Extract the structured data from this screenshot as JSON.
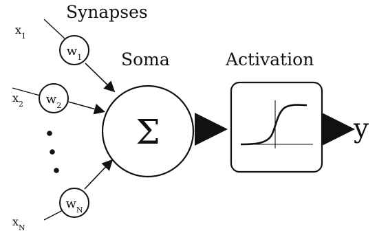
{
  "labels": {
    "synapses": "Synapses",
    "soma": "Soma",
    "activation": "Activation",
    "output": "y",
    "sum_symbol": "Σ"
  },
  "inputs": [
    {
      "base": "x",
      "sub": "1"
    },
    {
      "base": "x",
      "sub": "2"
    },
    {
      "base": "x",
      "sub": "N"
    }
  ],
  "weights": [
    {
      "base": "w",
      "sub": "1"
    },
    {
      "base": "w",
      "sub": "2"
    },
    {
      "base": "w",
      "sub": "N"
    }
  ]
}
